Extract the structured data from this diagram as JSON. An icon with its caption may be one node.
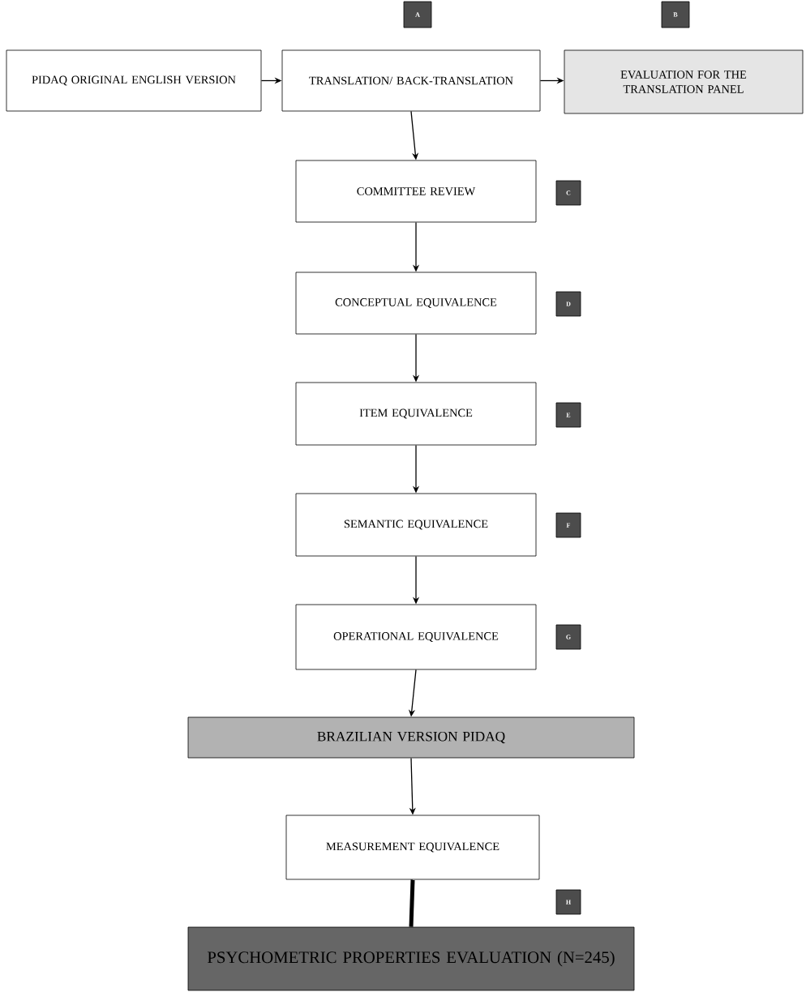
{
  "diagram": {
    "nodes": [
      {
        "text": [
          "A"
        ]
      },
      {
        "text": [
          "B"
        ]
      },
      {
        "text": [
          "PIDAQ ORIGINAL ENGLISH VERSION"
        ]
      },
      {
        "text": [
          "TRANSLATION/ BACK-TRANSLATION"
        ]
      },
      {
        "text": [
          "EVALUATION FOR THE TRANSLATION PANEL"
        ]
      },
      {
        "text": [
          "COMMITTEE REVIEW"
        ]
      },
      {
        "text": [
          "C"
        ]
      },
      {
        "text": [
          "CONCEPTUAL EQUIVALENCE"
        ]
      },
      {
        "text": [
          "D"
        ]
      },
      {
        "text": [
          "ITEM EQUIVALENCE"
        ]
      },
      {
        "text": [
          "E"
        ]
      },
      {
        "text": [
          "SEMANTIC EQUIVALENCE"
        ]
      },
      {
        "text": [
          "F"
        ]
      },
      {
        "text": [
          "OPERATIONAL EQUIVALENCE"
        ]
      },
      {
        "text": [
          "G"
        ]
      },
      {
        "text": [
          "BRAZILIAN VERSION PIDAQ"
        ]
      },
      {
        "text": [
          "MEASUREMENT EQUIVALENCE"
        ]
      },
      {
        "text": [
          "H"
        ]
      },
      {
        "text": [
          "PSYCHOMETRIC PROPERTIES EVALUATION (N=245)"
        ]
      }
    ],
    "edges": [
      {
        "from": 2,
        "to": 3,
        "arrow": "to"
      },
      {
        "from": 3,
        "to": 4,
        "arrow": "to"
      },
      {
        "from": 3,
        "to": 5,
        "arrow": "to"
      },
      {
        "from": 5,
        "to": 7,
        "arrow": "to"
      },
      {
        "from": 7,
        "to": 9,
        "arrow": "to"
      },
      {
        "from": 9,
        "to": 11,
        "arrow": "to"
      },
      {
        "from": 11,
        "to": 13,
        "arrow": "to"
      },
      {
        "from": 13,
        "to": 15,
        "arrow": "to"
      },
      {
        "from": 15,
        "to": 16,
        "arrow": "to"
      },
      {
        "from": 16,
        "to": 18,
        "arrow": "none",
        "style": "thick"
      }
    ]
  }
}
